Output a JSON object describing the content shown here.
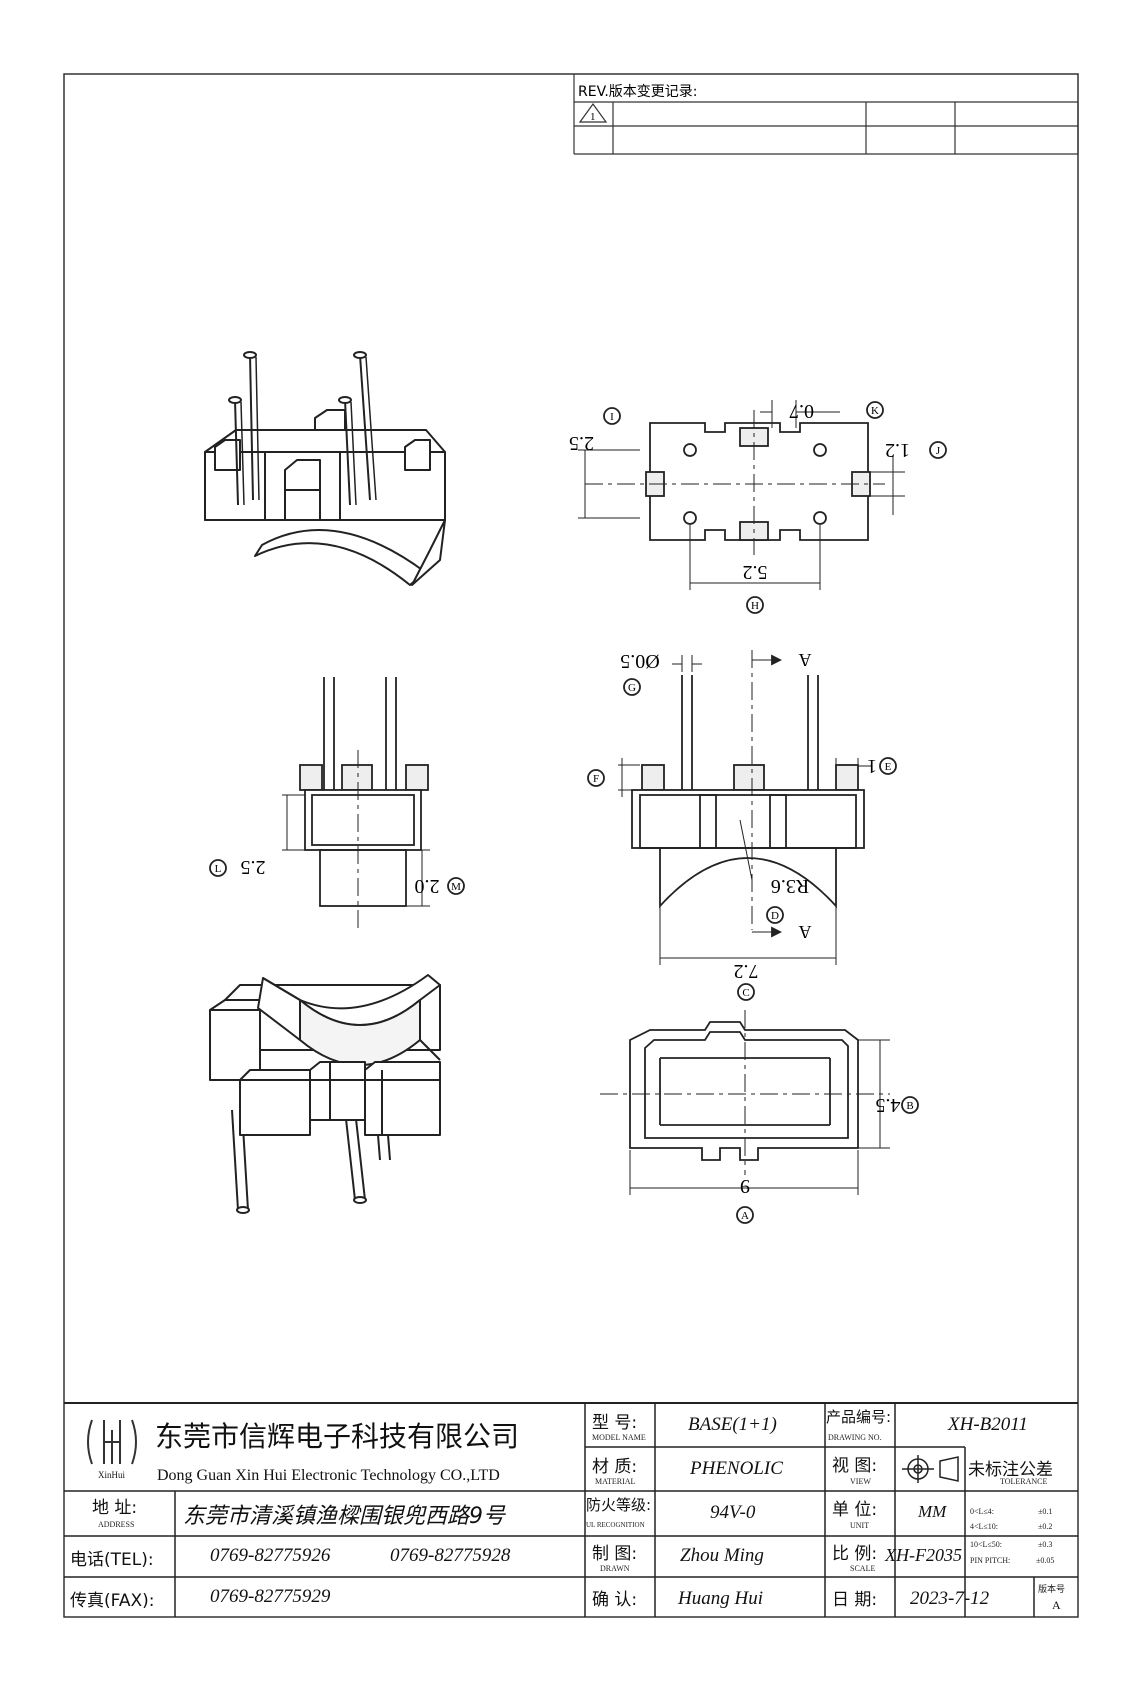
{
  "revision": {
    "header": "REV.版本变更记录:",
    "symbol": "1"
  },
  "views": {
    "top_view": {
      "label_i": "I",
      "dim_i": "2.5",
      "label_k": "K",
      "dim_k": "0.7",
      "label_j": "J",
      "dim_j": "1.2",
      "label_h": "H",
      "dim_h": "5.2"
    },
    "side_view": {
      "label_l": "L",
      "dim_l": "2.5",
      "label_m": "M",
      "dim_m": "2.0"
    },
    "front_view": {
      "label_g": "G",
      "dim_g": "Ø0.5",
      "section_mark": "A",
      "label_e": "E",
      "dim_e": "1",
      "label_f": "F",
      "label_d": "D",
      "dim_d": "R3.6",
      "label_c": "C",
      "dim_c": "7.2"
    },
    "bottom_view": {
      "label_b": "B",
      "dim_b": "4.5",
      "label_a": "A",
      "dim_a": "9"
    }
  },
  "title_block": {
    "logo_text": "XinHui",
    "company_cn": "东莞市信辉电子科技有限公司",
    "company_en": "Dong Guan Xin Hui Electronic Technology CO.,LTD",
    "address_label": "地 址:",
    "address_sub": "ADDRESS",
    "address_value": "东莞市清溪镇渔樑围银兜西路9号",
    "tel_label": "电话(TEL):",
    "tel_value_1": "0769-82775926",
    "tel_value_2": "0769-82775928",
    "fax_label": "传真(FAX):",
    "fax_value": "0769-82775929",
    "model_label": "型 号:",
    "model_sub": "MODEL NAME",
    "model_value": "BASE(1+1)",
    "material_label": "材 质:",
    "material_sub": "MATERIAL",
    "material_value": "PHENOLIC",
    "fire_label": "防火等级:",
    "fire_sub": "UL RECOGNITION",
    "fire_value": "94V-0",
    "drawn_label": "制 图:",
    "drawn_sub": "DRAWN",
    "drawn_value": "Zhou Ming",
    "confirm_label": "确 认:",
    "confirm_value": "Huang Hui",
    "drawing_no_label": "产品编号:",
    "drawing_no_sub": "DRAWING NO.",
    "drawing_no_value": "XH-B2011",
    "view_label": "视 图:",
    "view_sub": "VIEW",
    "unit_label": "单 位:",
    "unit_sub": "UNIT",
    "unit_value": "MM",
    "scale_label": "比 例:",
    "scale_sub": "SCALE",
    "scale_value": "XH-F2035",
    "date_label": "日 期:",
    "date_value": "2023-7-12",
    "tolerance_label": "未标注公差",
    "tolerance_sub": "TOLERANCE",
    "tolerance_rows": [
      {
        "range": "0<L≤4:",
        "value": "±0.1"
      },
      {
        "range": "4<L≤10:",
        "value": "±0.2"
      },
      {
        "range": "10<L≤50:",
        "value": "±0.3"
      },
      {
        "range": "PIN PITCH:",
        "value": "±0.05"
      }
    ],
    "version_label": "版本号",
    "version_value": "A"
  }
}
